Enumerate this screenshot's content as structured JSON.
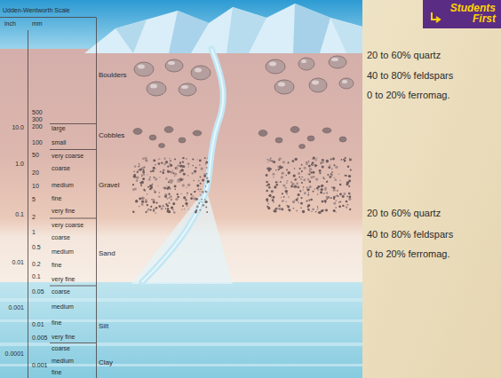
{
  "diagram": {
    "nodes": [
      {
        "text": [
          "Students First"
        ]
      }
    ],
    "labels": [
      "Udden-Wentworth Scale",
      "inch",
      "mm",
      "Boulders",
      "Cobbles",
      "Gravel",
      "Sand",
      "Silt",
      "Clay",
      "10.0",
      "1.0",
      "0.1",
      "0.01",
      "0.001",
      "0.0001",
      "500",
      "300",
      "200",
      "100",
      "50",
      "20",
      "10",
      "5",
      "2",
      "1",
      "0.5",
      "0.2",
      "0.1",
      "0.05",
      "0.01",
      "0.005",
      "0.001",
      "large",
      "small",
      "very coarse",
      "coarse",
      "medium",
      "fine",
      "very fine",
      "very coarse",
      "coarse",
      "medium",
      "fine",
      "very fine",
      "coarse",
      "medium",
      "fine",
      "very fine",
      "coarse",
      "medium",
      "fine",
      "20 to 60% quartz",
      "40 to 80% feldspars",
      "0 to 20% ferromag.",
      "20 to 60% quartz",
      "40 to 80% feldspars",
      "0 to 20% ferromag."
    ]
  }
}
